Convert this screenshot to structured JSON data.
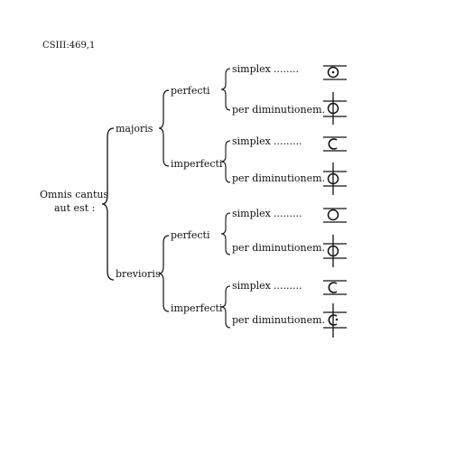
{
  "reference": "CSIII:469,1",
  "root": {
    "line1": "Omnis cantus",
    "line2": "aut est :"
  },
  "branches": [
    {
      "label": "majoris",
      "children": [
        {
          "label": "perfecti",
          "leaves": [
            {
              "label": "simplex",
              "dots": "........",
              "sign": "circle-dot"
            },
            {
              "label": "per diminutionem.",
              "dots": "",
              "sign": "circle-dot-stroke"
            }
          ]
        },
        {
          "label": "imperfecti",
          "leaves": [
            {
              "label": "simplex",
              "dots": ".........",
              "sign": "semicircle"
            },
            {
              "label": "per diminutionem.",
              "dots": "",
              "sign": "circle-stroke"
            }
          ]
        }
      ]
    },
    {
      "label": "brevioris",
      "children": [
        {
          "label": "perfecti",
          "leaves": [
            {
              "label": "simplex",
              "dots": ".........",
              "sign": "circle"
            },
            {
              "label": "per diminutionem.",
              "dots": "",
              "sign": "circle-dot-stroke"
            }
          ]
        },
        {
          "label": "imperfecti",
          "leaves": [
            {
              "label": "simplex",
              "dots": ".........",
              "sign": "semicircle"
            },
            {
              "label": "per diminutionem.",
              "dots": "",
              "sign": "semicircle-dot-stroke"
            }
          ]
        }
      ]
    }
  ]
}
